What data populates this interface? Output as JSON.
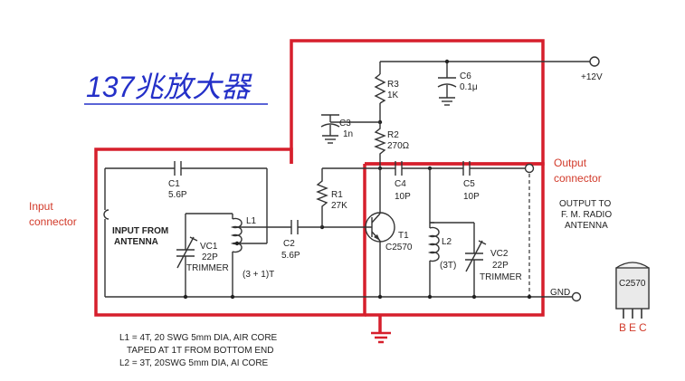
{
  "title": "137兆放大器",
  "colors": {
    "title": "#2430c8",
    "box": "#d61f2c",
    "annotation": "#d23a2a",
    "wire": "#333333"
  },
  "annotations": {
    "input_connector": [
      "Input",
      "connector"
    ],
    "output_connector": [
      "Output",
      "connector"
    ]
  },
  "supply": "+12V",
  "ground": "GND",
  "input_label": [
    "INPUT FROM",
    "ANTENNA"
  ],
  "output_label": [
    "OUTPUT TO",
    "F. M. RADIO",
    "ANTENNA"
  ],
  "components": {
    "R3": [
      "R3",
      "1K"
    ],
    "C6": [
      "C6",
      "0.1μ"
    ],
    "C3": [
      "C3",
      "1n"
    ],
    "R2": [
      "R2",
      "270Ω"
    ],
    "C1": [
      "C1",
      "5.6P"
    ],
    "R1": [
      "R1",
      "27K"
    ],
    "C4": [
      "C4",
      "10P"
    ],
    "C5": [
      "C5",
      "10P"
    ],
    "L1": [
      "L1"
    ],
    "L1_turns": [
      "(3 + 1)T"
    ],
    "VC1": [
      "VC1",
      "22P",
      "TRIMMER"
    ],
    "C2": [
      "C2",
      "5.6P"
    ],
    "T1": [
      "T1",
      "C2570"
    ],
    "L2": [
      "L2",
      "(3T)"
    ],
    "VC2": [
      "VC2",
      "22P",
      "TRIMMER"
    ]
  },
  "package": {
    "name": "C2570",
    "pins": [
      "B",
      "E",
      "C"
    ]
  },
  "notes": [
    "L1 = 4T, 20 SWG 5mm DIA, AIR CORE",
    "TAPED AT 1T FROM BOTTOM END",
    "L2 = 3T, 20SWG 5mm DIA, AI CORE"
  ]
}
